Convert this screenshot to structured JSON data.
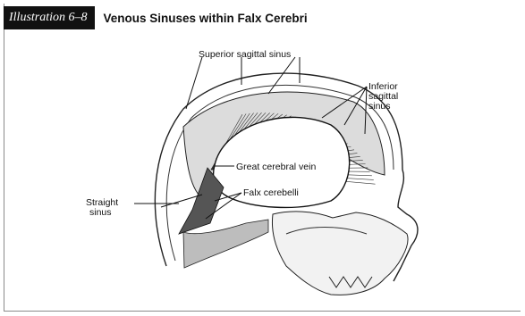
{
  "header": {
    "illustration_label": "Illustration 6–8",
    "title": "Venous Sinuses within Falx Cerebri"
  },
  "labels": {
    "superior_sagittal_sinus": "Superior sagittal sinus",
    "inferior_line1": "Inferior",
    "inferior_line2": "sagittal",
    "inferior_line3": "sinus",
    "great_cerebral_vein": "Great cerebral vein",
    "falx_cerebelli": "Falx cerebelli",
    "straight_line1": "Straight",
    "straight_line2": "sinus"
  }
}
